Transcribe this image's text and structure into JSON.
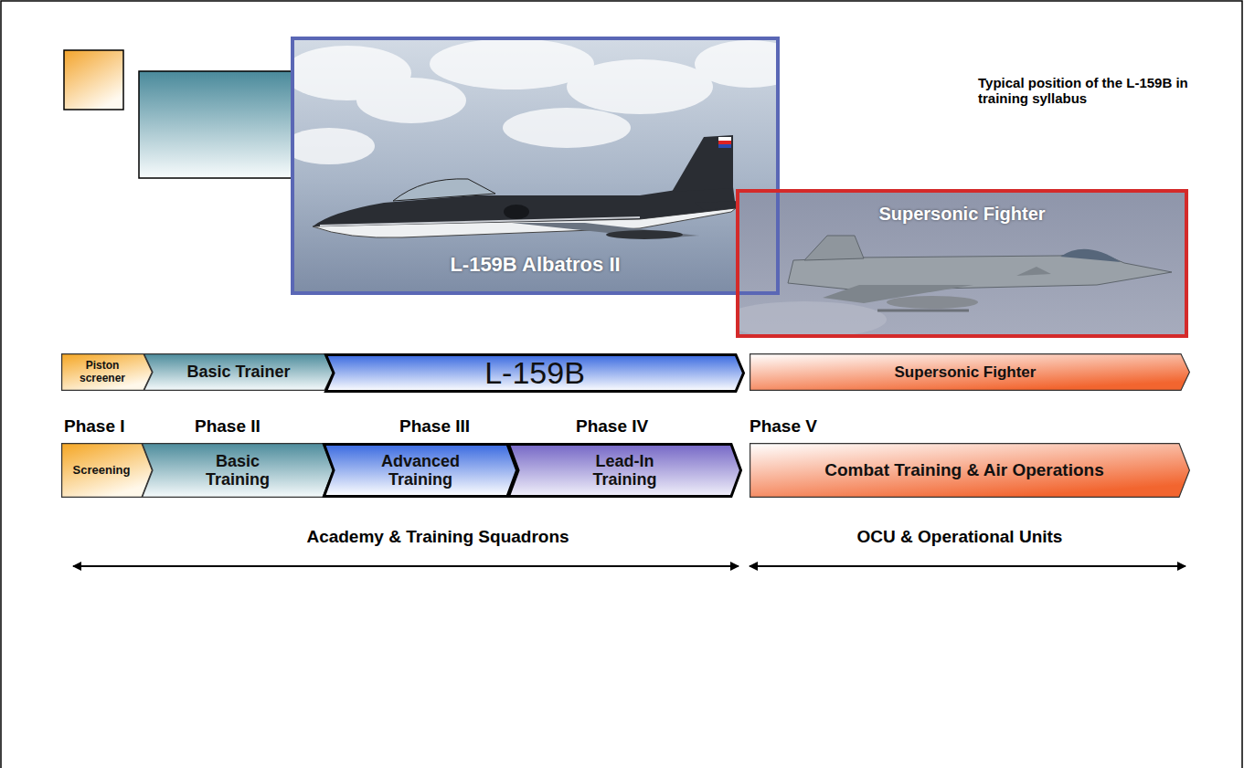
{
  "diagram": {
    "title": "Typical position of the L-159B in training syllabus",
    "nodes": [
      {
        "text": [
          "L-159B Albatros II"
        ]
      },
      {
        "text": [
          "Supersonic Fighter"
        ]
      },
      {
        "text": [
          "Piston screener"
        ]
      },
      {
        "text": [
          "Basic Trainer"
        ]
      },
      {
        "text": [
          "L-159B"
        ]
      },
      {
        "text": [
          "Supersonic Fighter"
        ]
      },
      {
        "text": [
          "Screening"
        ]
      },
      {
        "text": [
          "Basic Training"
        ]
      },
      {
        "text": [
          "Advanced Training"
        ]
      },
      {
        "text": [
          "Lead-In Training"
        ]
      },
      {
        "text": [
          "Combat Training & Air Operations"
        ]
      }
    ],
    "labels": [
      "Phase I",
      "Phase II",
      "Phase III",
      "Phase IV",
      "Phase V",
      "Academy & Training Squadrons",
      "OCU & Operational Units"
    ]
  }
}
